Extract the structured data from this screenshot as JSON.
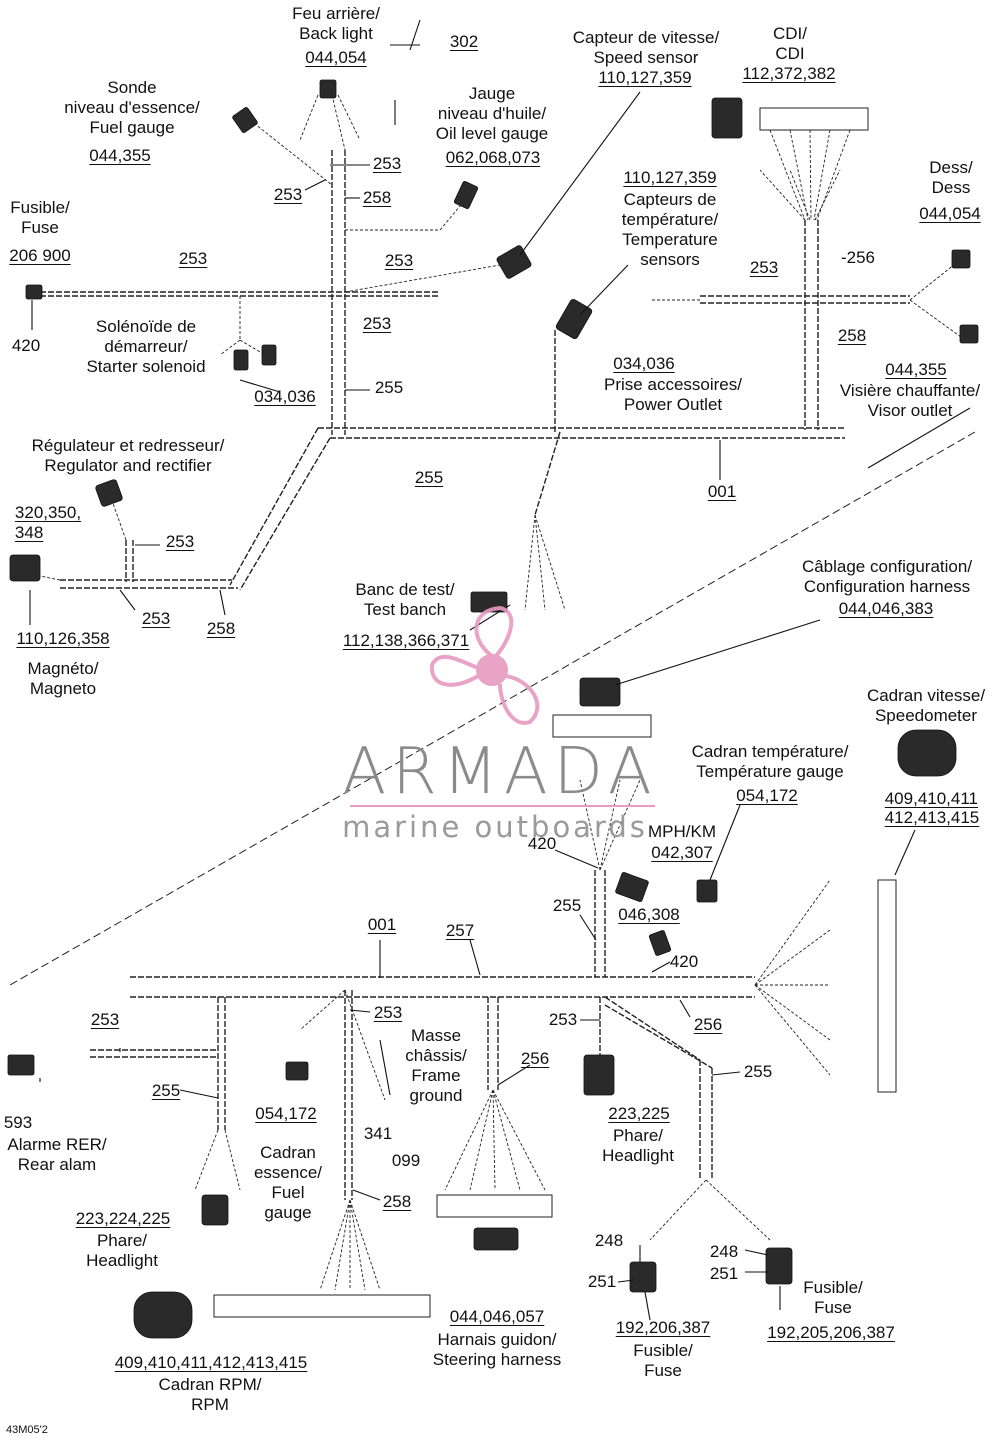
{
  "watermark": {
    "brand": "ARMADA",
    "tagline": "marine outboards",
    "accent_color": "#e79ac2",
    "text_color": "#8b8b8b"
  },
  "image_code": "43M05'2",
  "labels": {
    "backlight": "Feu arrière/\nBack light",
    "backlight_ref": "044,054",
    "ref_302": "302",
    "fuel_gauge_sender": "Sonde\nniveau d'essence/\nFuel gauge",
    "fuel_gauge_sender_ref": "044,355",
    "oil_gauge": "Jauge\nniveau d'huile/\nOil level gauge",
    "oil_gauge_ref": "062,068,073",
    "speed_sensor": "Capteur de vitesse/\nSpeed sensor",
    "speed_sensor_ref": "110,127,359",
    "cdi": "CDI/\nCDI",
    "cdi_ref": "112,372,382",
    "temp_sensors_ref": "110,127,359",
    "temp_sensors": "Capteurs de\ntempérature/\nTemperature\nsensors",
    "dess": "Dess/\nDess",
    "dess_ref": "044,054",
    "fuse_top": "Fusible/\nFuse",
    "fuse_top_ref": "206 900",
    "ref_420_top": "420",
    "starter_solenoid": "Solénoïde de\ndémarreur/\nStarter solenoid",
    "starter_solenoid_ref": "034,036",
    "power_outlet_ref": "034,036",
    "power_outlet": "Prise accessoires/\nPower Outlet",
    "visor_outlet_ref": "044,355",
    "visor_outlet": "Visière chauffante/\nVisor outlet",
    "regulator": "Régulateur et redresseur/\nRegulator and rectifier",
    "regulator_ref": "320,350,\n348",
    "magneto_ref": "110,126,358",
    "magneto": "Magnéto/\nMagneto",
    "test_bench": "Banc de test/\nTest banch",
    "test_bench_ref": "112,138,366,371",
    "config_harness": "Câblage configuration/\nConfiguration harness",
    "config_harness_ref": "044,046,383",
    "speedometer": "Cadran vitesse/\nSpeedometer",
    "speedometer_ref": "409,410,411\n412,413,415",
    "temp_gauge": "Cadran température/\nTempérature gauge",
    "temp_gauge_ref": "054,172",
    "mph_km": "MPH/KM",
    "mph_km_ref": "042,307",
    "ref_046_308": "046,308",
    "ref_420_mid": "420",
    "ref_420_right": "420",
    "rear_alarm_ref": "593",
    "rear_alarm": "Alarme RER/\nRear alam",
    "fuel_gauge_dial_ref": "054,172",
    "frame_ground": "Masse\nchâssis/\nFrame\nground",
    "ref_341": "341",
    "ref_099": "099",
    "fuel_gauge_dial": "Cadran\nessence/\nFuel\ngauge",
    "headlight_left_ref": "223,224,225",
    "headlight_left": "Phare/\nHeadlight",
    "headlight_right_ref": "223,225",
    "headlight_right": "Phare/\nHeadlight",
    "rpm_ref": "409,410,411,412,413,415",
    "rpm": "Cadran RPM/\nRPM",
    "steering_harness_ref": "044,046,057",
    "steering_harness": "Harnais guidon/\nSteering harness",
    "fuse_left_ref": "192,206,387",
    "fuse_left": "Fusible/\nFuse",
    "fuse_right_ref": "192,205,206,387",
    "fuse_right": "Fusible/\nFuse",
    "ref_248_a": "248",
    "ref_251_a": "251",
    "ref_248_b": "248",
    "ref_251_b": "251"
  },
  "harness_refs": {
    "h253_a": "253",
    "h258_a": "258",
    "h253_b": "253",
    "h253_c": "253",
    "h253_d": "253",
    "h255_a": "255",
    "h255_b": "255",
    "h001_a": "001",
    "h253_e": "253",
    "h253_f": "253",
    "h258_b": "258",
    "h253_g": "253",
    "h256_a": "-256",
    "h258_c": "258",
    "h001_b": "001",
    "h257": "257",
    "h255_c": "255",
    "h253_h": "253",
    "h255_d": "255",
    "h253_i": "253",
    "h256_b": "256",
    "h256_c": "256",
    "h253_j": "253",
    "h255_e": "255",
    "h258_d": "258"
  }
}
